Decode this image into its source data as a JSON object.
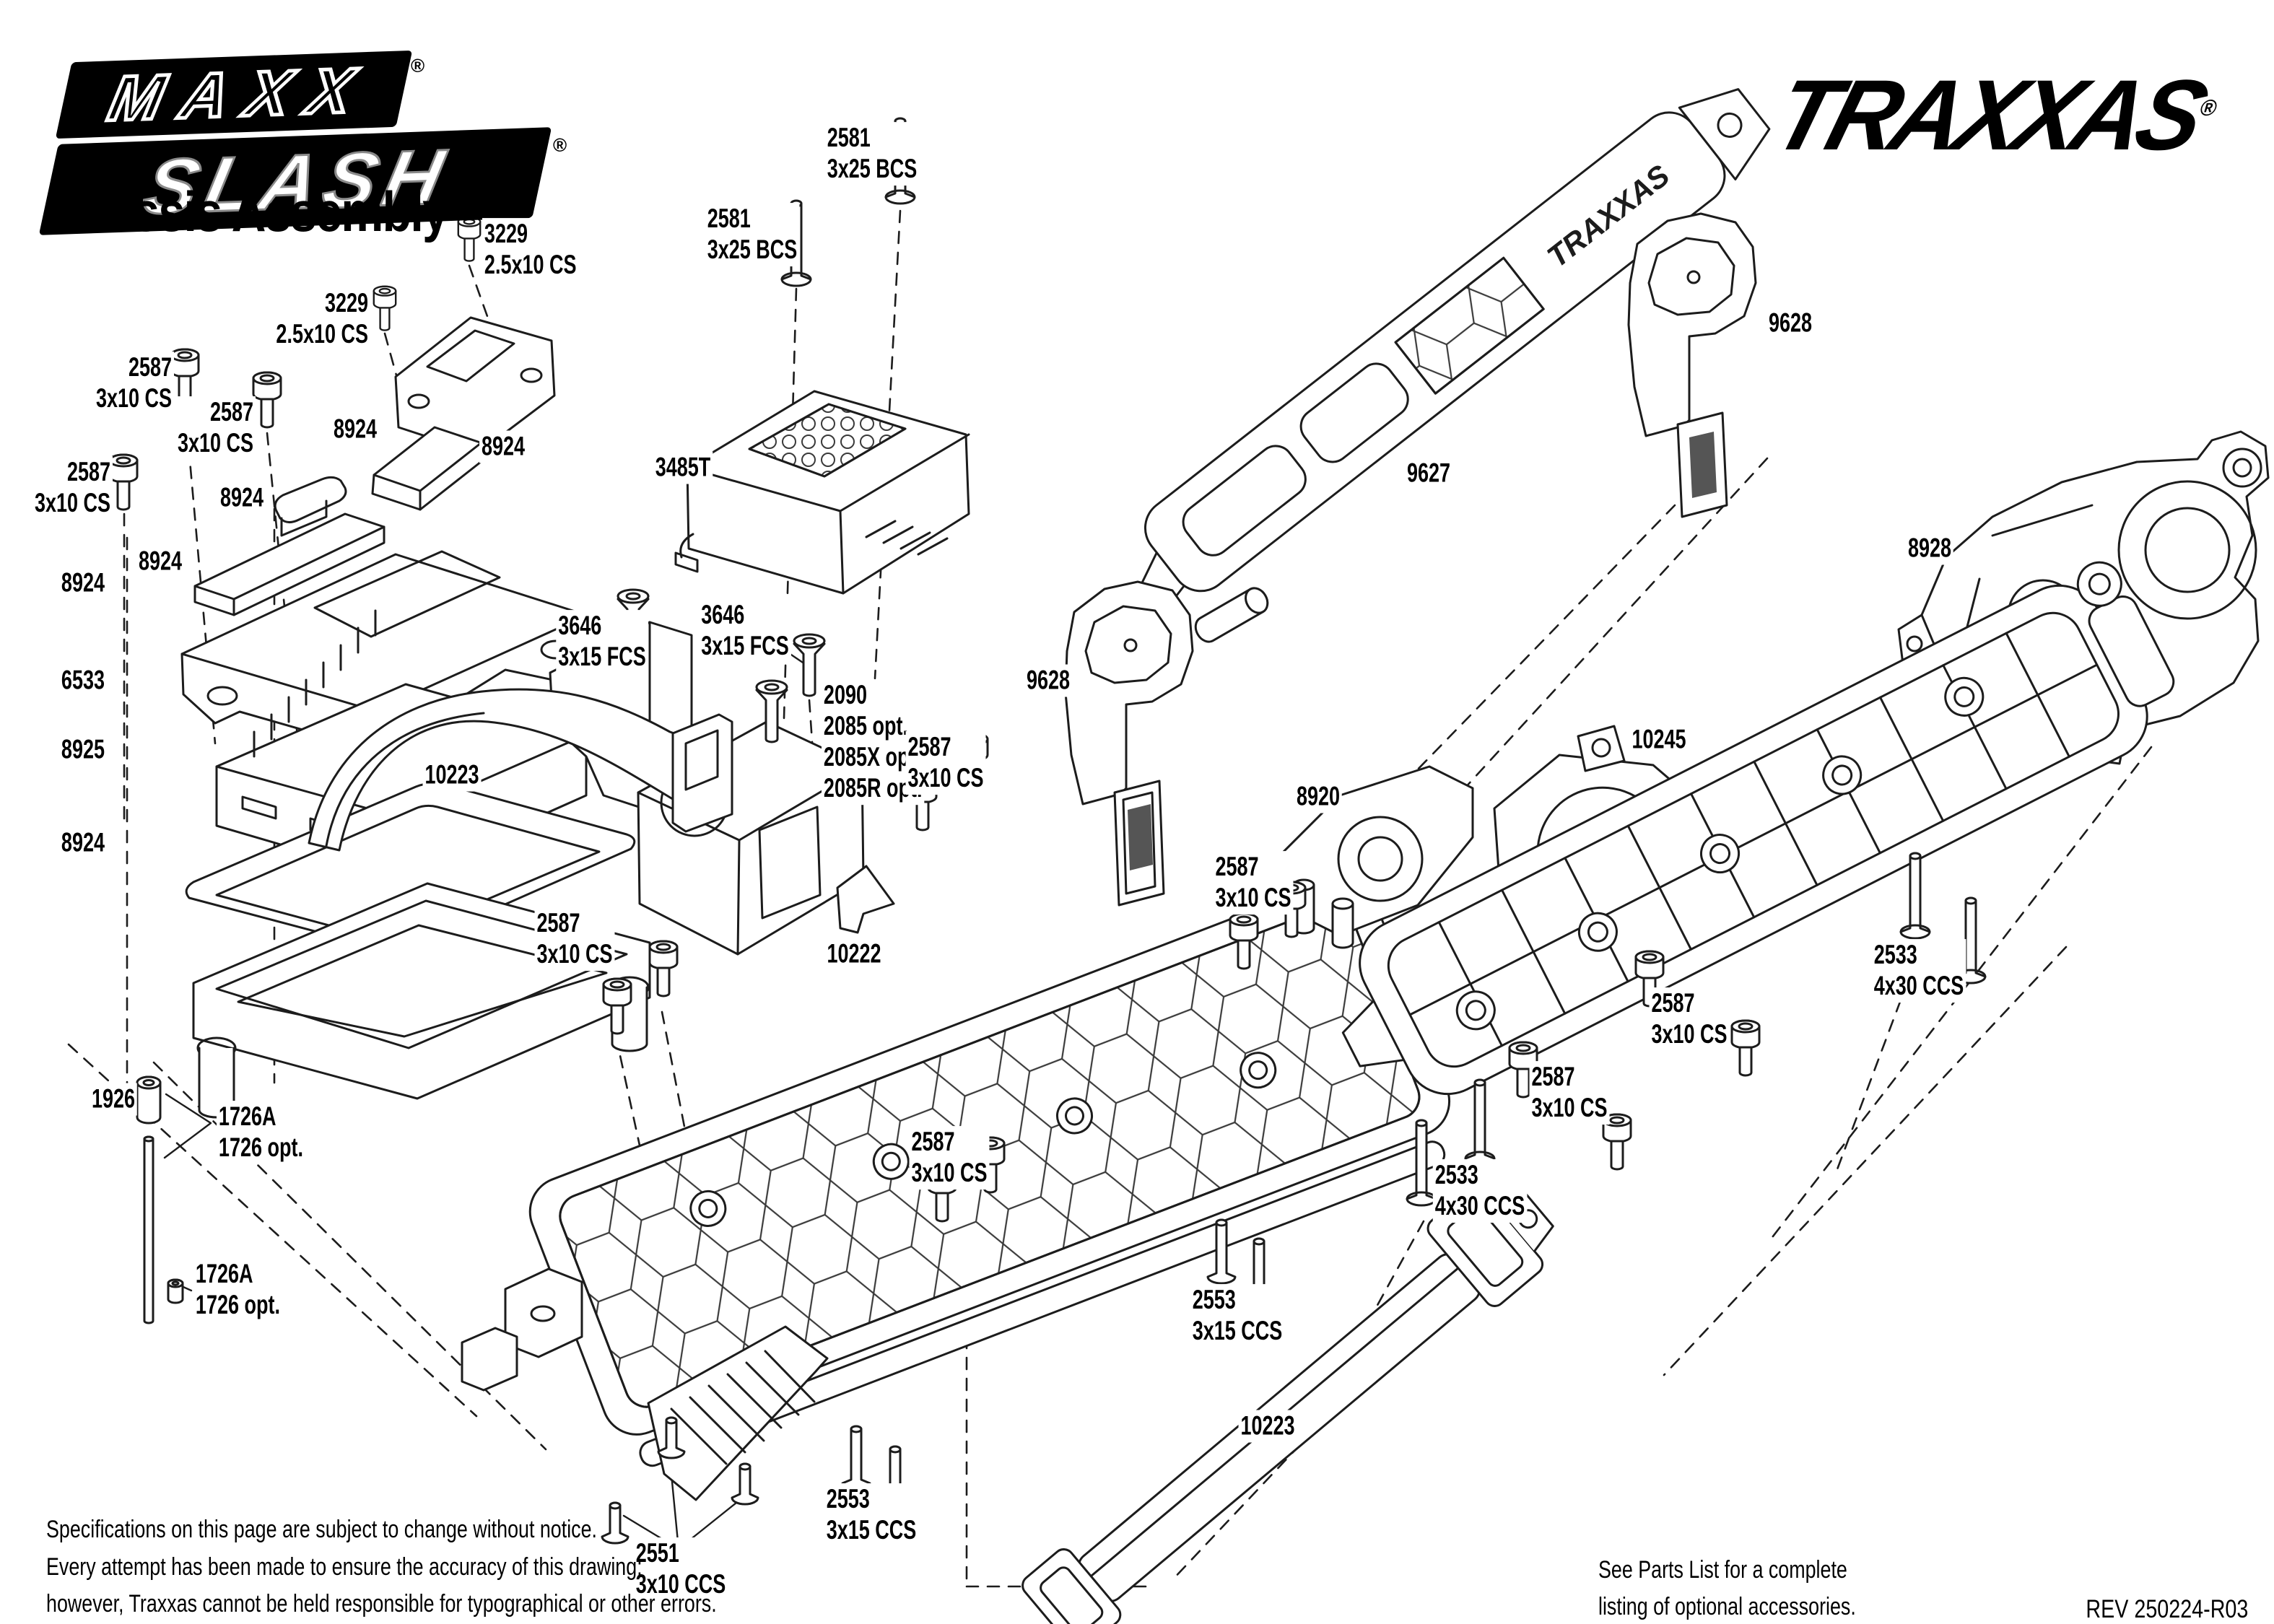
{
  "page": {
    "background": "#ffffff",
    "line_color": "#1c1c1c",
    "text_color": "#000000"
  },
  "header": {
    "logo_top": "MAXX",
    "logo_bottom": "SLASH",
    "trademark": "®",
    "title": "Chassis Assembly",
    "brand": "TRAXXAS"
  },
  "callouts": [
    {
      "num": "3229",
      "spec": "2.5x10 CS"
    },
    {
      "num": "3229",
      "spec": "2.5x10 CS"
    },
    {
      "num": "2587",
      "spec": "3x10 CS"
    },
    {
      "num": "2587",
      "spec": "3x10 CS"
    },
    {
      "num": "2587",
      "spec": "3x10 CS"
    },
    {
      "num": "8924"
    },
    {
      "num": "8924"
    },
    {
      "num": "8924"
    },
    {
      "num": "8924"
    },
    {
      "num": "8924"
    },
    {
      "num": "6533"
    },
    {
      "num": "8925"
    },
    {
      "num": "8924"
    },
    {
      "num": "2581",
      "spec": "3x25 BCS"
    },
    {
      "num": "2581",
      "spec": "3x25 BCS"
    },
    {
      "num": "3485T"
    },
    {
      "num": "3646",
      "spec": "3x15 FCS"
    },
    {
      "num": "3646",
      "spec": "3x15 FCS"
    },
    {
      "num": "2090",
      "spec": "2085 opt.",
      "spec2": "2085X opt.",
      "spec3": "2085R opt."
    },
    {
      "num": "2587",
      "spec": "3x10 CS"
    },
    {
      "num": "10223"
    },
    {
      "num": "2587",
      "spec": "3x10 CS"
    },
    {
      "num": "10222"
    },
    {
      "num": "2587",
      "spec": "3x10 CS"
    },
    {
      "num": "9628"
    },
    {
      "num": "9627"
    },
    {
      "num": "8920"
    },
    {
      "num": "2587",
      "spec": "3x10 CS"
    },
    {
      "num": "9628"
    },
    {
      "num": "8928"
    },
    {
      "num": "10245"
    },
    {
      "num": "2533",
      "spec": "4x30 CCS"
    },
    {
      "num": "2587",
      "spec": "3x10 CS"
    },
    {
      "num": "2587",
      "spec": "3x10 CS"
    },
    {
      "num": "2533",
      "spec": "4x30 CCS"
    },
    {
      "num": "1926"
    },
    {
      "num": "1726A",
      "spec": "1726 opt."
    },
    {
      "num": "1726A",
      "spec": "1726 opt."
    },
    {
      "num": "2553",
      "spec": "3x15 CCS"
    },
    {
      "num": "10223"
    },
    {
      "num": "2553",
      "spec": "3x15 CCS"
    },
    {
      "num": "2551",
      "spec": "3x10 CCS"
    }
  ],
  "footer": {
    "line1": "Specifications on this page are subject to change without notice.",
    "line2": "Every attempt has been made to ensure the accuracy of this drawing;",
    "line3": "however, Traxxas cannot be held responsible for typographical or other errors.",
    "note1": "See Parts List for a complete",
    "note2": "listing of optional accessories.",
    "revision": "REV 250224-R03"
  }
}
